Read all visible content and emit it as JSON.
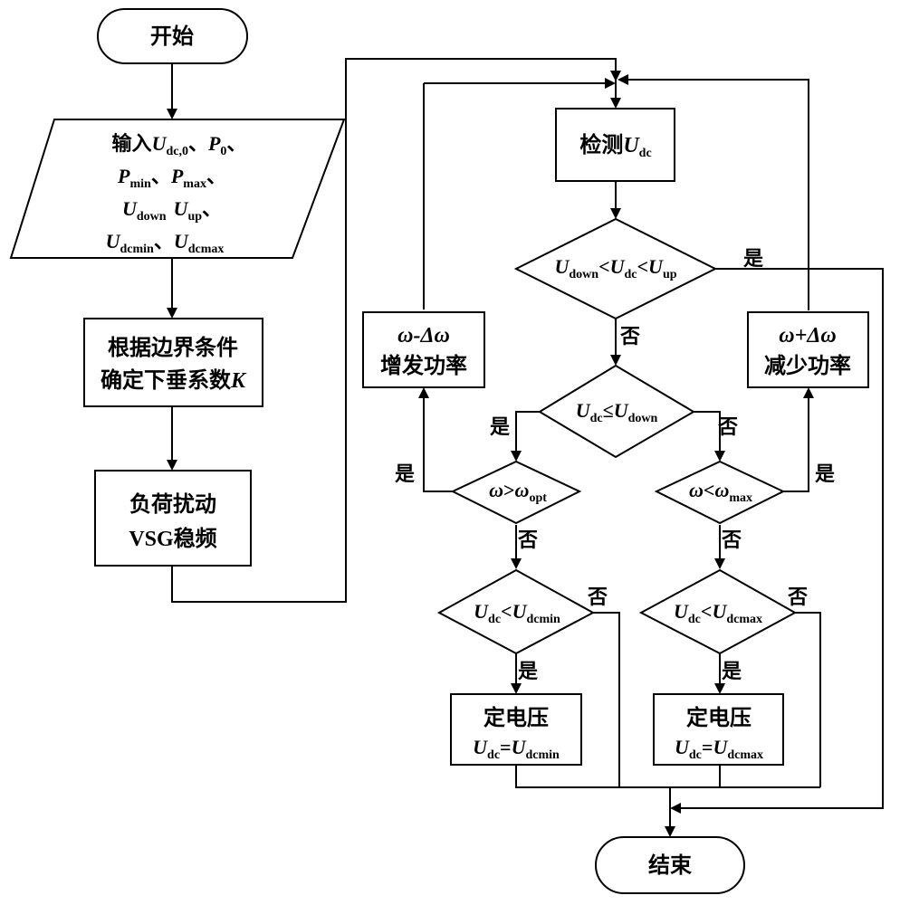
{
  "start": "开始",
  "end": "结束",
  "input": {
    "prefix": "输入",
    "U": "U",
    "P": "P",
    "sep": "、",
    "sub_dc0": "dc,0",
    "sub_0": "0",
    "sub_min": "min",
    "sub_max": "max",
    "sub_down": "down",
    "sub_up": "up",
    "sub_dcmin": "dcmin",
    "sub_dcmax": "dcmax"
  },
  "droop": {
    "line1": "根据边界条件",
    "line2": "确定下垂系数",
    "K": "K"
  },
  "load": {
    "line1": "负荷扰动",
    "line2": "VSG稳频"
  },
  "detect": {
    "label": "检测",
    "U": "U",
    "sub": "dc"
  },
  "cond_range": {
    "U": "U",
    "sub_down": "down",
    "sub_dc": "dc",
    "sub_up": "up",
    "lt": "<"
  },
  "cond_le": {
    "U": "U",
    "sub_dc": "dc",
    "le": "≤",
    "sub_down": "down"
  },
  "cond_opt": {
    "w": "ω",
    "gt": ">",
    "sub": "opt"
  },
  "cond_max": {
    "w": "ω",
    "lt": "<",
    "sub": "max"
  },
  "cond_dcmin": {
    "U": "U",
    "sub_dc": "dc",
    "lt": "<",
    "sub": "dcmin"
  },
  "cond_dcmax": {
    "U": "U",
    "sub_dc": "dc",
    "lt": "<",
    "sub": "dcmax"
  },
  "increase": {
    "w": "ω",
    "op": "-Δω",
    "label": "增发功率"
  },
  "decrease": {
    "w": "ω",
    "op": "+Δω",
    "label": "减少功率"
  },
  "fix_min": {
    "label": "定电压",
    "U": "U",
    "sub_dc": "dc",
    "eq": "=",
    "sub": "dcmin"
  },
  "fix_max": {
    "label": "定电压",
    "U": "U",
    "sub_dc": "dc",
    "eq": "=",
    "sub": "dcmax"
  },
  "yes": "是",
  "no": "否"
}
